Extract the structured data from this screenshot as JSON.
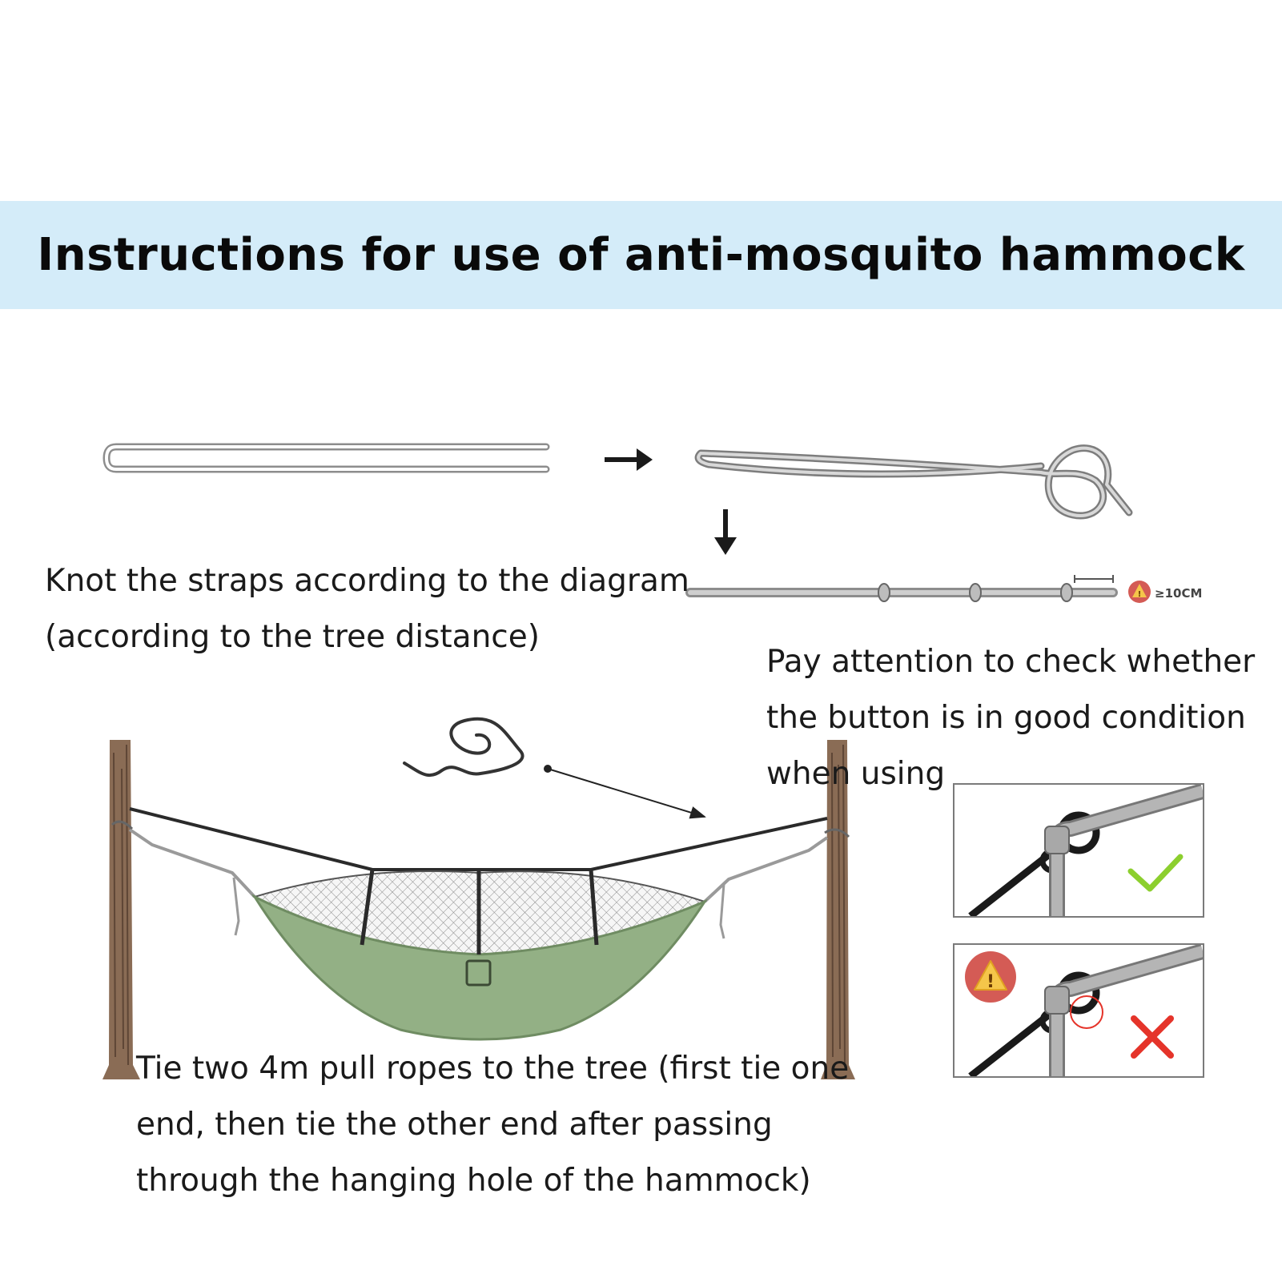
{
  "header": {
    "title": "Instructions for use of anti-mosquito hammock"
  },
  "steps": {
    "knot": {
      "lines": [
        "Knot the straps according to the diagram",
        "(according to the tree distance)"
      ]
    },
    "check": {
      "lines": [
        "Pay attention to check whether",
        "the button is in good condition",
        "when using"
      ]
    },
    "tie": {
      "lines": [
        "Tie two 4m pull ropes to the tree (first tie one",
        "end, then tie the other end after passing",
        "through the hanging hole of the hammock)"
      ]
    }
  },
  "strap_spec": {
    "label": "≥10CM",
    "icon": "warning-icon"
  },
  "check_panels": {
    "correct": {
      "icon": "checkmark-icon",
      "color": "#8ccf2e"
    },
    "incorrect": {
      "icon": "cross-icon",
      "color": "#e5342a",
      "warning_icon": "warning-icon"
    }
  },
  "colors": {
    "banner_background": "#d4ecf9",
    "hammock_fabric": "#93b085",
    "tree_bark": "#8a6c55",
    "strap": "#b5b5b5"
  }
}
